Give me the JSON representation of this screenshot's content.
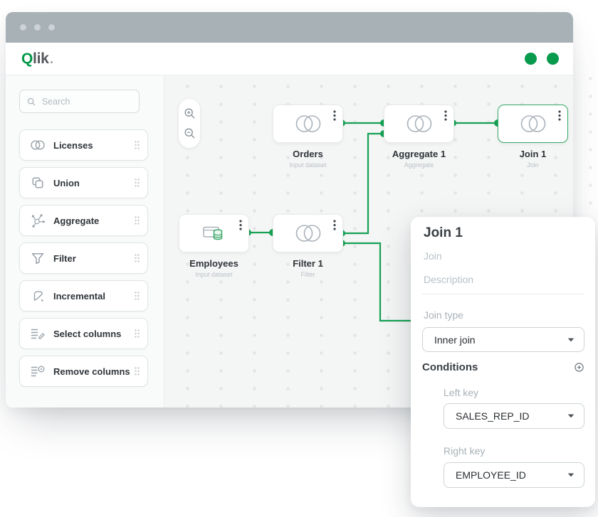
{
  "colors": {
    "accent_green": "#089a4d",
    "connection_green": "#17a155",
    "titlebar_gray": "#a8b1b5",
    "canvas_bg": "#f4f5f5",
    "sidebar_bg": "#f9fafa"
  },
  "window": {
    "logo": {
      "q": "Q",
      "rest": "lik"
    }
  },
  "sidebar": {
    "search": {
      "placeholder": "Search",
      "icon": "search-icon"
    },
    "items": [
      {
        "label": "Licenses",
        "icon": "venn-circles-icon"
      },
      {
        "label": "Union",
        "icon": "union-icon"
      },
      {
        "label": "Aggregate",
        "icon": "aggregate-icon"
      },
      {
        "label": "Filter",
        "icon": "filter-icon"
      },
      {
        "label": "Incremental",
        "icon": "incremental-icon"
      },
      {
        "label": "Select columns",
        "icon": "select-columns-icon"
      },
      {
        "label": "Remove columns",
        "icon": "remove-columns-icon"
      }
    ]
  },
  "canvas": {
    "tools": [
      {
        "icon": "zoom-in-icon"
      },
      {
        "icon": "zoom-out-icon"
      }
    ],
    "nodes": [
      {
        "label": "Orders",
        "sublabel": "Input dataset",
        "icon": "venn-circles-icon",
        "selected": false
      },
      {
        "label": "Aggregate 1",
        "sublabel": "Aggregate",
        "icon": "venn-circles-icon",
        "selected": false
      },
      {
        "label": "Join 1",
        "sublabel": "Join",
        "icon": "venn-circles-icon",
        "selected": true
      },
      {
        "label": "Employees",
        "sublabel": "Input dataset",
        "icon": "dataset-table-icon",
        "selected": false
      },
      {
        "label": "Filter 1",
        "sublabel": "Filter",
        "icon": "venn-circles-icon",
        "selected": false
      }
    ]
  },
  "panel": {
    "title": "Join 1",
    "type_label": "Join",
    "description_placeholder": "Description",
    "join_type": {
      "label": "Join type",
      "value": "Inner join"
    },
    "conditions": {
      "label": "Conditions",
      "add_icon": "plus-circle-icon",
      "left_key": {
        "label": "Left key",
        "value": "SALES_REP_ID"
      },
      "right_key": {
        "label": "Right key",
        "value": "EMPLOYEE_ID"
      }
    }
  }
}
